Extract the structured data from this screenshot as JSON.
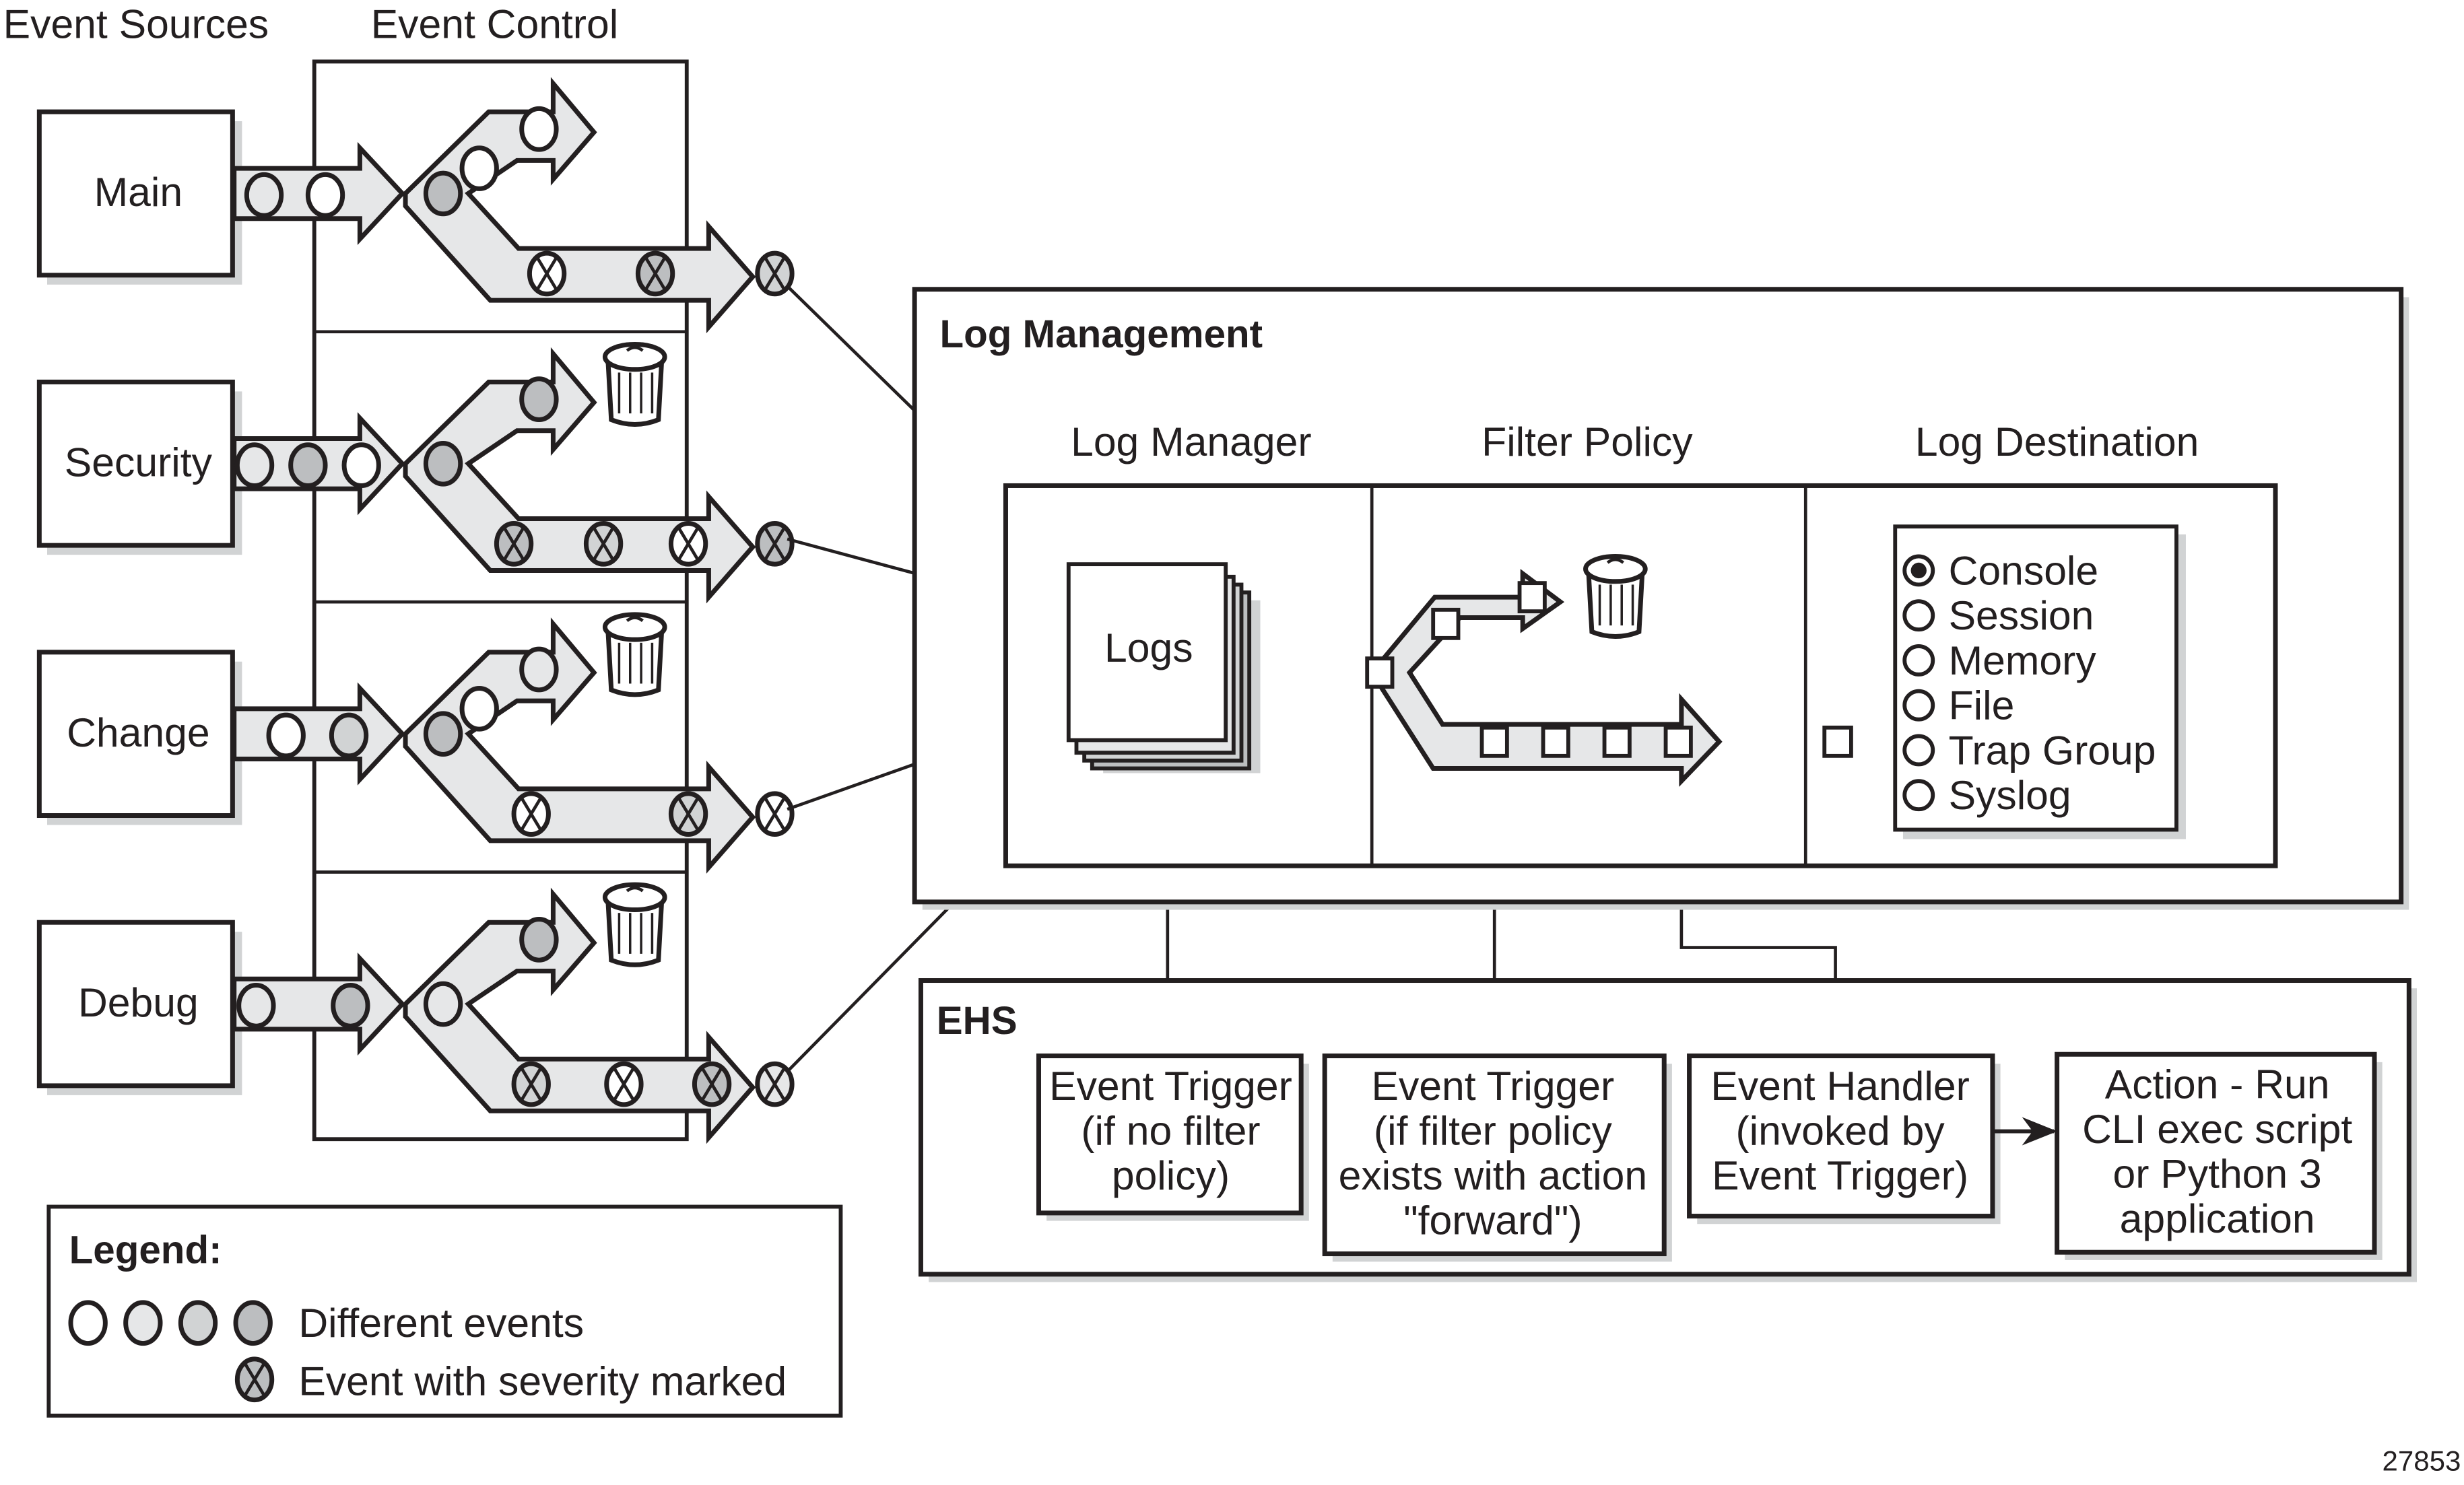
{
  "headers": {
    "event_sources": "Event Sources",
    "event_control": "Event Control"
  },
  "colors": {
    "ink": "#231f20",
    "pipe": "#e6e7e8",
    "shadow": "#d1d3d4",
    "event_white": "#ffffff",
    "event_light": "#e6e7e8",
    "event_mid": "#d1d3d4",
    "event_dark": "#bcbec0"
  },
  "sources": [
    {
      "label": "Main",
      "input_events": [
        "light",
        "white"
      ],
      "split_event": "dark",
      "discard_events": [
        "white",
        "white"
      ],
      "discard_trash": false,
      "pass_events": [
        "white",
        "dark"
      ],
      "output_event": "mid"
    },
    {
      "label": "Security",
      "input_events": [
        "light",
        "dark",
        "white"
      ],
      "split_event": "dark",
      "discard_events": [
        "dark"
      ],
      "discard_trash": true,
      "pass_events": [
        "dark",
        "mid",
        "white"
      ],
      "output_event": "dark"
    },
    {
      "label": "Change",
      "input_events": [
        "white",
        "mid"
      ],
      "split_event": "dark",
      "discard_events": [
        "white",
        "light"
      ],
      "discard_trash": true,
      "pass_events": [
        "white",
        "mid"
      ],
      "output_event": "white"
    },
    {
      "label": "Debug",
      "input_events": [
        "light",
        "dark"
      ],
      "split_event": "light",
      "discard_events": [
        "dark"
      ],
      "discard_trash": true,
      "pass_events": [
        "mid",
        "white",
        "dark"
      ],
      "output_event": "light"
    }
  ],
  "log_management": {
    "title": "Log Management",
    "columns": [
      "Log Manager",
      "Filter Policy",
      "Log Destination"
    ],
    "logs_label": "Logs",
    "destinations": [
      {
        "label": "Console",
        "selected": true
      },
      {
        "label": "Session",
        "selected": false
      },
      {
        "label": "Memory",
        "selected": false
      },
      {
        "label": "File",
        "selected": false
      },
      {
        "label": "Trap Group",
        "selected": false
      },
      {
        "label": "Syslog",
        "selected": false
      }
    ]
  },
  "ehs": {
    "title": "EHS",
    "boxes": [
      {
        "lines": [
          "Event Trigger",
          "(if no filter",
          "policy)"
        ]
      },
      {
        "lines": [
          "Event Trigger",
          "(if filter policy",
          "exists with action",
          "\"forward\")"
        ]
      },
      {
        "lines": [
          "Event Handler",
          "(invoked by",
          "Event Trigger)"
        ]
      },
      {
        "lines": [
          "Action - Run",
          "CLI exec script",
          "or Python 3",
          "application"
        ]
      }
    ]
  },
  "legend": {
    "title": "Legend:",
    "different_events": "Different events",
    "severity_marked": "Event with severity marked"
  },
  "figure_number": "27853"
}
